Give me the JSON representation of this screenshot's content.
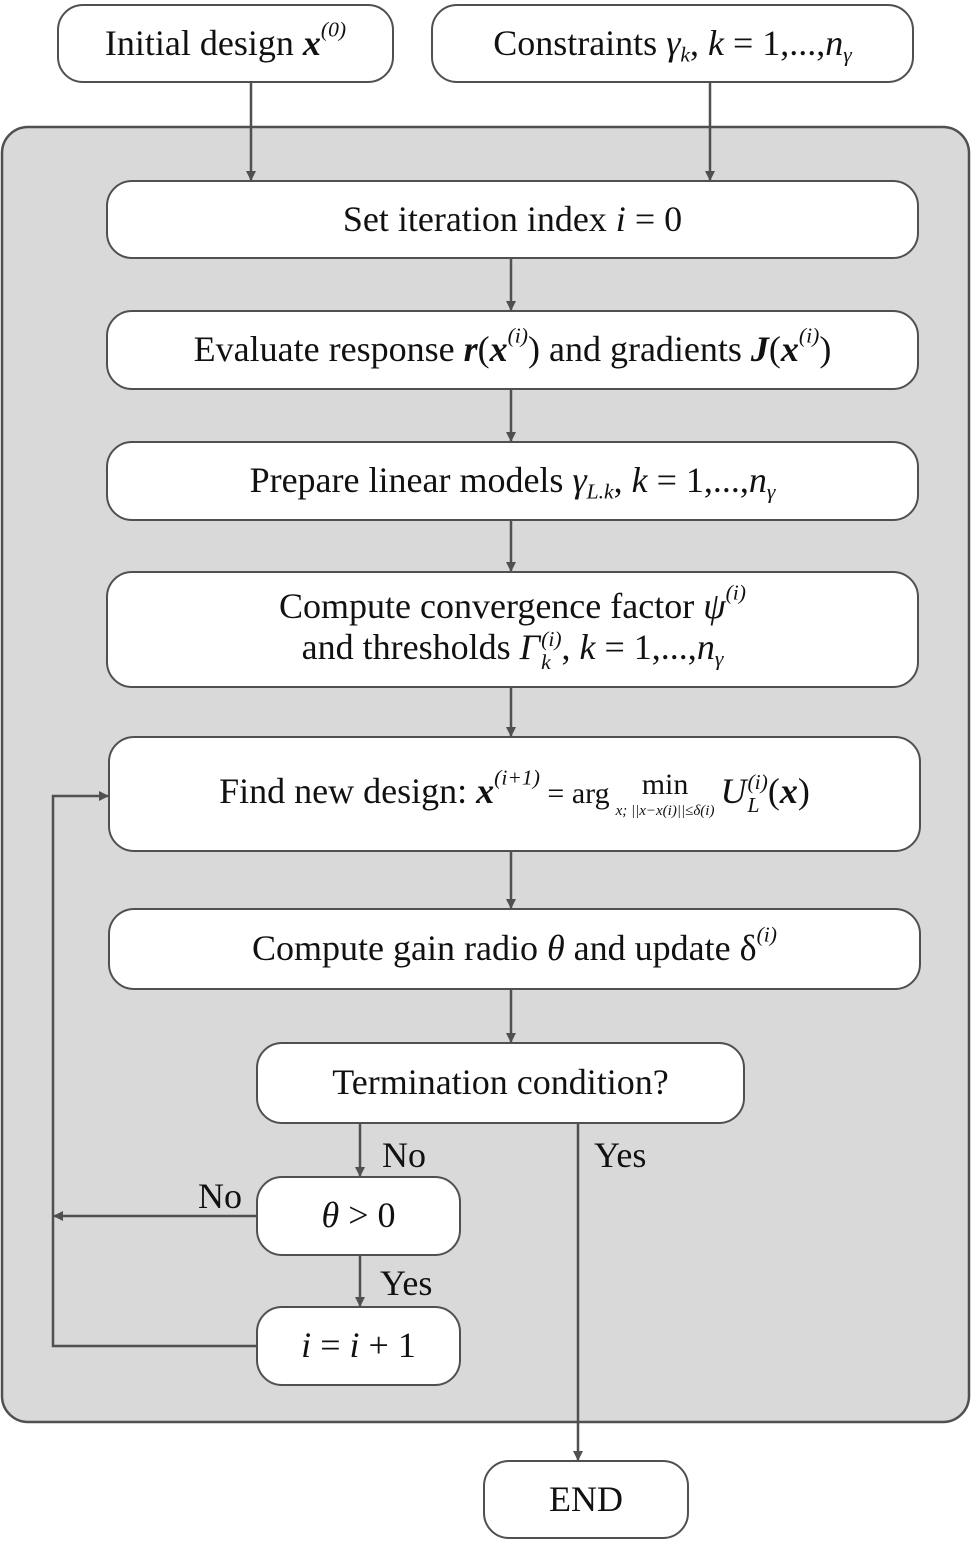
{
  "nodes": {
    "initial_design": {
      "text": "Initial design ",
      "var": "x",
      "sup": "(0)"
    },
    "constraints": {
      "text": "Constraints ",
      "gamma": "γ",
      "gamma_sub": "k",
      "comma": ", ",
      "k": "k",
      "range": " = 1,...,",
      "n": "n",
      "n_sub": "γ"
    },
    "set_index": {
      "text": "Set iteration index ",
      "i": "i",
      "rest": " = 0"
    },
    "evaluate": {
      "t1": "Evaluate response ",
      "r": "r",
      "p1": "(",
      "x": "x",
      "sup": "(i)",
      "p2": ")",
      "t2": " and gradients ",
      "J": "J",
      "p3": "(",
      "x2": "x",
      "sup2": "(i)",
      "p4": ")"
    },
    "prepare": {
      "text": "Prepare linear models ",
      "gamma": "γ",
      "gamma_sub": "L.k",
      "comma": ", ",
      "k": "k",
      "range": " = 1,...,",
      "n": "n",
      "n_sub": "γ"
    },
    "compute_conv": {
      "line1": "Compute convergence factor ",
      "psi": "ψ",
      "psi_sup": "(i)",
      "line2": "and thresholds ",
      "Gamma": "Γ",
      "Gamma_sub": "k",
      "Gamma_sup": "(i)",
      "comma": ", ",
      "k": "k",
      "range": " = 1,...,",
      "n": "n",
      "n_sub": "γ"
    },
    "find_new": {
      "text": "Find new design:  ",
      "x": "x",
      "x_sup": "(i+1)",
      "eq": " = arg",
      "min": "min",
      "cond": "x; ||x−x(i)||≤δ(i)",
      "U": "U",
      "U_sup": "(i)",
      "U_sub": "L",
      "arg": "(",
      "argx": "x",
      "argc": ")"
    },
    "compute_gain": {
      "text": "Compute gain radio ",
      "theta": "θ",
      "rest": " and update δ",
      "sup": "(i)"
    },
    "termination": {
      "text": "Termination condition?"
    },
    "theta_check": {
      "theta": "θ",
      "rest": " > 0"
    },
    "increment": {
      "i": "i",
      "eq": " = ",
      "i2": "i",
      "rest": " + 1"
    },
    "end": {
      "text": "END"
    }
  },
  "labels": {
    "no_termination": "No",
    "yes_termination": "Yes",
    "no_theta": "No",
    "yes_theta": "Yes"
  },
  "colors": {
    "panel_fill": "#d9d9d9",
    "stroke": "#505050",
    "box_fill": "#ffffff"
  }
}
